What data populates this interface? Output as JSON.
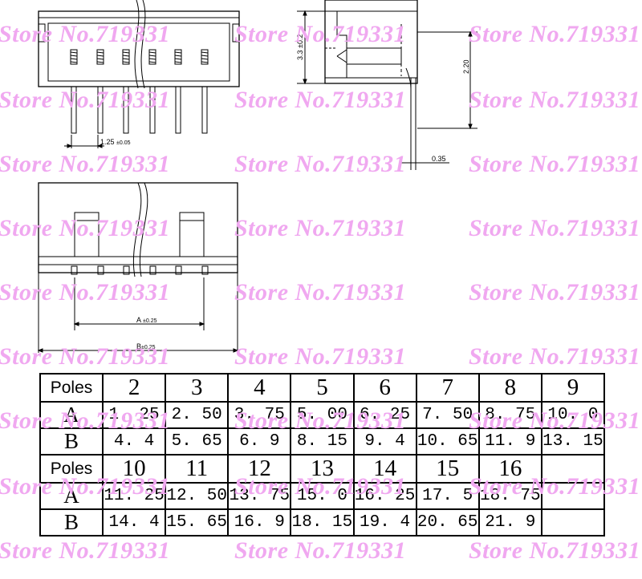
{
  "watermark_text": "Store No.719331",
  "dimensions": {
    "pitch": "1.25",
    "pitch_tol": "±0.05",
    "height": "3.3",
    "height_tol": "±0.2",
    "pin_height": "2.20",
    "pin_thickness": "0.35",
    "dim_a": "A",
    "dim_a_tol": "±0.25",
    "dim_b": "B",
    "dim_b_tol": "±0.25"
  },
  "table": {
    "poles_label": "Poles",
    "row_a_label": "A",
    "row_b_label": "B",
    "block1": {
      "poles": [
        "2",
        "3",
        "4",
        "5",
        "6",
        "7",
        "8",
        "9"
      ],
      "a": [
        "1. 25",
        "2. 50",
        "3. 75",
        "5. 00",
        "6. 25",
        "7. 50",
        "8. 75",
        "10. 0"
      ],
      "b": [
        "4. 4",
        "5. 65",
        "6. 9",
        "8. 15",
        "9. 4",
        "10. 65",
        "11. 9",
        "13. 15"
      ]
    },
    "block2": {
      "poles": [
        "10",
        "11",
        "12",
        "13",
        "14",
        "15",
        "16",
        ""
      ],
      "a": [
        "11. 25",
        "12. 50",
        "13. 75",
        "15. 0",
        "16. 25",
        "17. 5",
        "18. 75",
        ""
      ],
      "b": [
        "14. 4",
        "15. 65",
        "16. 9",
        "18. 15",
        "19. 4",
        "20. 65",
        "21. 9",
        ""
      ]
    }
  }
}
